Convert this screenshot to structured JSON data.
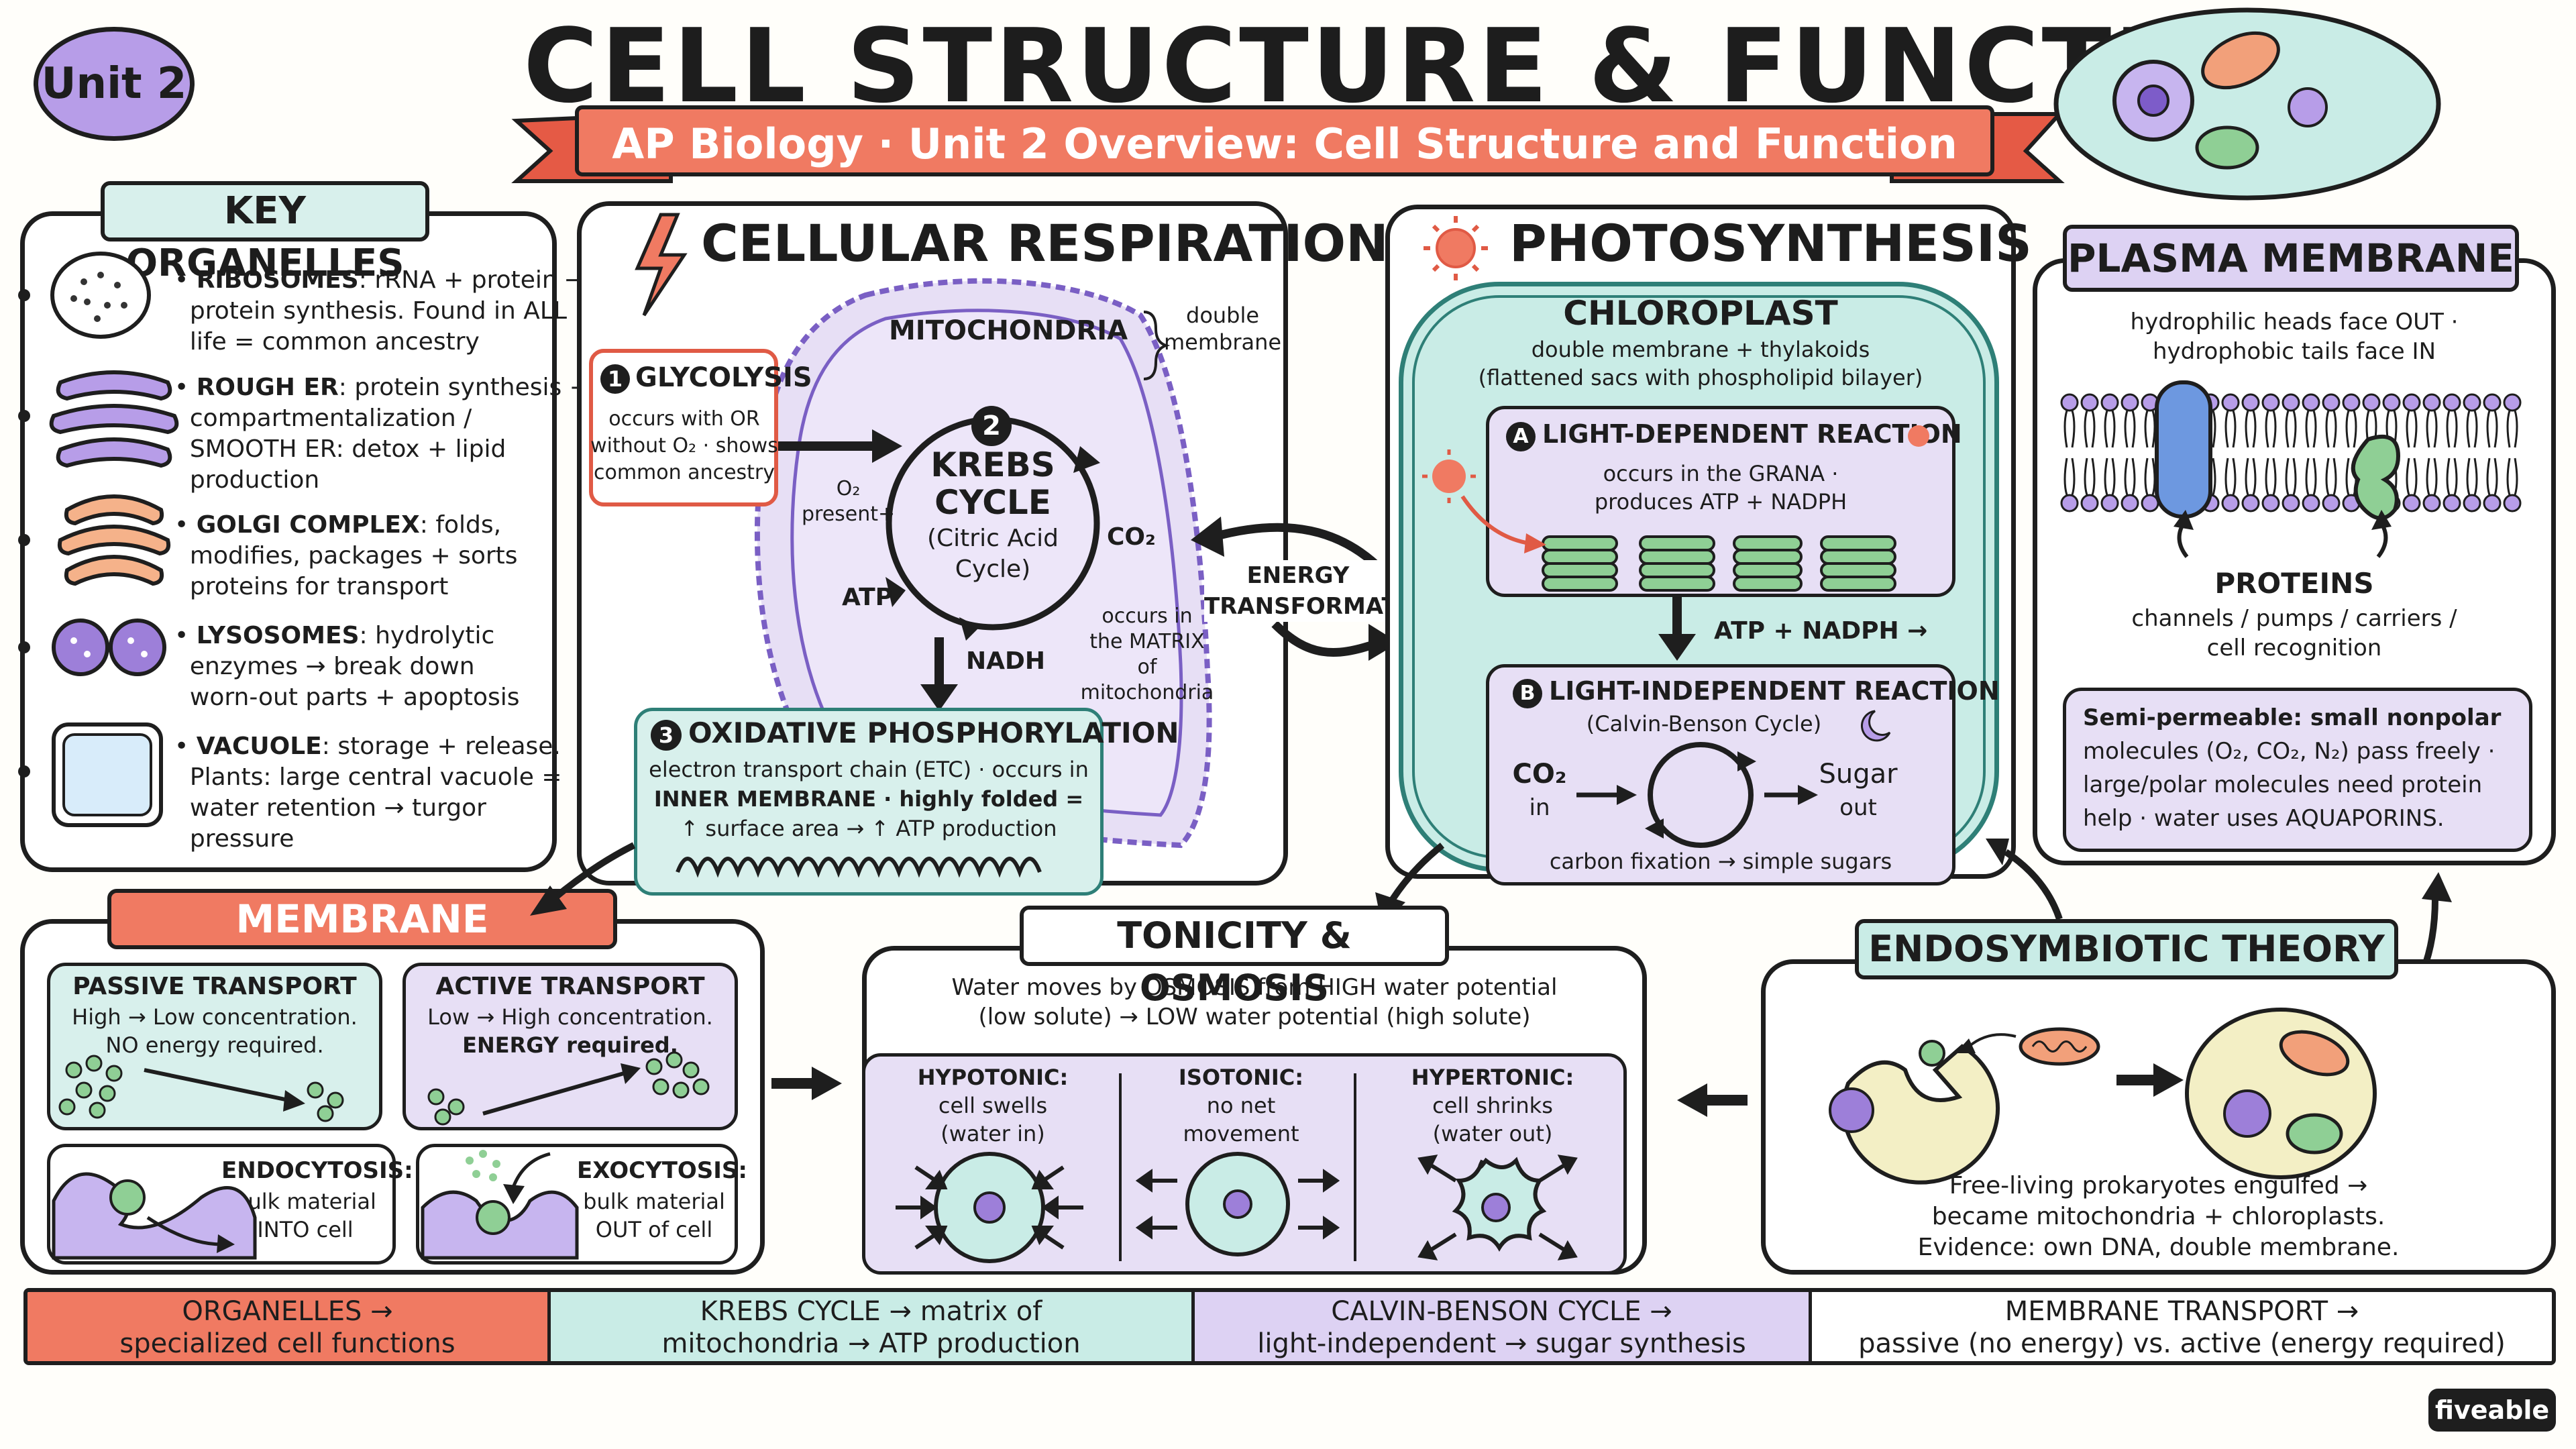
{
  "header": {
    "unit_badge": "Unit 2",
    "title": "CELL STRUCTURE & FUNCTION",
    "subtitle": "AP Biology · Unit 2 Overview: Cell Structure and Function"
  },
  "key_organelles": {
    "title": "KEY ORGANELLES",
    "items": [
      {
        "icon": "ribosome-icon",
        "name": "RIBOSOMES",
        "lines": [
          "rRNA + protein →",
          "protein synthesis. Found in ALL",
          "life = common ancestry"
        ]
      },
      {
        "icon": "endoplasmic-reticulum-icon",
        "name": "ROUGH ER",
        "lines": [
          "protein synthesis +",
          "compartmentalization /",
          "SMOOTH ER: detox + lipid",
          "production"
        ]
      },
      {
        "icon": "golgi-icon",
        "name": "GOLGI COMPLEX",
        "lines": [
          "folds,",
          "modifies, packages + sorts",
          "proteins for transport"
        ]
      },
      {
        "icon": "lysosome-icon",
        "name": "LYSOSOMES",
        "lines": [
          "hydrolytic",
          "enzymes → break down",
          "worn-out parts + apoptosis"
        ]
      },
      {
        "icon": "vacuole-icon",
        "name": "VACUOLE",
        "lines": [
          "storage + release.",
          "Plants: large central vacuole =",
          "water retention → turgor",
          "pressure"
        ]
      }
    ]
  },
  "respiration": {
    "title": "CELLULAR RESPIRATION",
    "mito_label": "MITOCHONDRIA",
    "double_membrane": [
      "double",
      "membrane"
    ],
    "glycolysis": {
      "num": "1",
      "title": "GLYCOLYSIS",
      "lines": [
        "occurs with OR",
        "without O₂ · shows",
        "common ancestry"
      ]
    },
    "krebs": {
      "num": "2",
      "title": [
        "KREBS",
        "CYCLE"
      ],
      "sub": [
        "(Citric Acid",
        "Cycle)"
      ]
    },
    "o2_present": [
      "O₂",
      "present+"
    ],
    "atp": "ATP",
    "co2": "CO₂",
    "nadh": "NADH",
    "matrix_note": [
      "occurs in",
      "the MATRIX",
      "of",
      "mitochondria"
    ],
    "oxphos": {
      "num": "3",
      "title": "OXIDATIVE PHOSPHORYLATION",
      "lines": [
        "electron transport chain (ETC) · occurs in",
        "INNER MEMBRANE · highly folded =",
        "↑ surface area → ↑ ATP production"
      ]
    }
  },
  "energy_transformation": [
    "ENERGY",
    "TRANSFORMATION"
  ],
  "photosynthesis": {
    "title": "PHOTOSYNTHESIS",
    "chloroplast": "CHLOROPLAST",
    "chloro_lines": [
      "double membrane + thylakoids",
      "(flattened sacs with phospholipid bilayer)"
    ],
    "ldr": {
      "letter": "A",
      "title": "LIGHT-DEPENDENT REACTION",
      "lines": [
        "occurs in the GRANA ·",
        "produces ATP + NADPH"
      ]
    },
    "atp_nadph": "ATP + NADPH →",
    "lir": {
      "letter": "B",
      "title": "LIGHT-INDEPENDENT REACTION",
      "sub": "(Calvin-Benson Cycle)",
      "co2": "CO₂",
      "in": "in",
      "sugar": "Sugar",
      "out": "out",
      "bottom": "carbon fixation → simple sugars"
    }
  },
  "plasma_membrane": {
    "title": "PLASMA MEMBRANE",
    "lines": [
      "hydrophilic heads face OUT ·",
      "hydrophobic tails face IN"
    ],
    "proteins": "PROTEINS",
    "protein_lines": [
      "channels / pumps / carriers /",
      "cell recognition"
    ],
    "semi": [
      "Semi-permeable: small nonpolar",
      "molecules (O₂, CO₂, N₂) pass freely ·",
      "large/polar molecules need protein",
      "help · water uses AQUAPORINS."
    ]
  },
  "membrane_transport": {
    "title": "MEMBRANE TRANSPORT",
    "passive": {
      "title": "PASSIVE TRANSPORT",
      "lines": [
        "High → Low concentration.",
        "NO energy required."
      ]
    },
    "active": {
      "title": "ACTIVE TRANSPORT",
      "lines": [
        "Low → High concentration.",
        "ENERGY required."
      ]
    },
    "endo": {
      "title": "ENDOCYTOSIS:",
      "lines": [
        "bulk material",
        "INTO cell"
      ]
    },
    "exo": {
      "title": "EXOCYTOSIS:",
      "lines": [
        "bulk material",
        "OUT of cell"
      ]
    }
  },
  "tonicity": {
    "title": "TONICITY & OSMOSIS",
    "lines": [
      "Water moves by OSMOSIS from HIGH water potential",
      "(low solute) → LOW water potential (high solute)"
    ],
    "hypo": {
      "title": "HYPOTONIC:",
      "lines": [
        "cell swells",
        "(water in)"
      ]
    },
    "iso": {
      "title": "ISOTONIC:",
      "lines": [
        "no net",
        "movement"
      ]
    },
    "hyper": {
      "title": "HYPERTONIC:",
      "lines": [
        "cell shrinks",
        "(water out)"
      ]
    }
  },
  "endosymbiotic": {
    "title": "ENDOSYMBIOTIC THEORY",
    "lines": [
      "Free-living prokaryotes engulfed →",
      "became mitochondria + chloroplasts.",
      "Evidence: own DNA, double membrane."
    ]
  },
  "summary": [
    {
      "lines": [
        "ORGANELLES →",
        "specialized cell functions"
      ],
      "color": "#f07a62"
    },
    {
      "lines": [
        "KREBS CYCLE → matrix of",
        "mitochondria → ATP production"
      ],
      "color": "#c9ece6"
    },
    {
      "lines": [
        "CALVIN-BENSON CYCLE →",
        "light-independent → sugar synthesis"
      ],
      "color": "#ddd2f3"
    },
    {
      "lines": [
        "MEMBRANE TRANSPORT →",
        "passive (no energy) vs. active (energy required)"
      ],
      "color": "#ffffff"
    }
  ],
  "brand": "fiveable",
  "colors": {
    "coral": "#f07a62",
    "mint": "#d8f0ec",
    "lavender": "#e7dff5",
    "purple": "#b59be8",
    "teal": "#2e7f77"
  }
}
